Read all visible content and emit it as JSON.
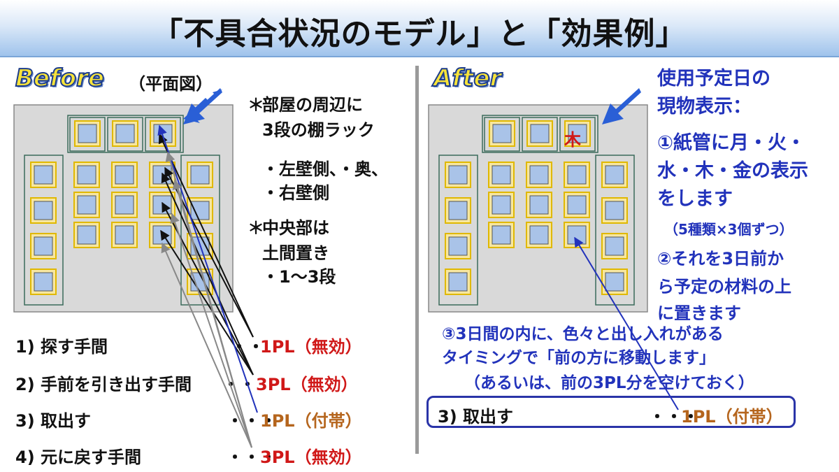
{
  "title": "「不具合状況のモデル」と「効果例」",
  "before": {
    "badge": "Before",
    "plan_label": "（平面図）",
    "notes": {
      "n1_mark": "＊",
      "n1_l1": "部屋の周辺に",
      "n1_l2": "3段の棚ラック",
      "n2_l1": "・左壁側、・奥、",
      "n2_l2": "・右壁側",
      "n3_mark": "＊",
      "n3_l1": "中央部は",
      "n3_l2": "土間置き",
      "n3_l3": "・1～3段"
    },
    "steps": [
      {
        "label": "1) 探す手間",
        "dots": "・・",
        "value": "1PL（無効）",
        "color": "#d01818"
      },
      {
        "label": "2) 手前を引き出す手間",
        "dots": "・・",
        "value": "3PL（無効）",
        "color": "#d01818"
      },
      {
        "label": "3) 取出す",
        "dots": "・・・",
        "value": "1PL（付帯）",
        "color": "#b5651d"
      },
      {
        "label": "4) 元に戻す手間",
        "dots": "・・・",
        "value": "3PL（無効）",
        "color": "#d01818"
      }
    ]
  },
  "after": {
    "badge": "After",
    "marker": "木",
    "note_lines": [
      "使用予定日の",
      "現物表示：",
      "①紙管に月・火・",
      "水・木・金の表示",
      "をします"
    ],
    "note_small": "（5種類×3個ずつ）",
    "note2_lines": [
      "②それを3日前か",
      "ら予定の材料の上",
      "に置きます"
    ],
    "note3_lines": [
      "③3日間の内に、色々と出し入れがある",
      "タイミングで「前の方に移動します」",
      "（あるいは、前の3PL分を空けておく）"
    ],
    "step": {
      "label": "3) 取出す",
      "dots": "・・・",
      "value": "1PL（付帯）",
      "color": "#b5651d"
    }
  },
  "colors": {
    "accent_blue": "#2a5fd6",
    "pallet_fill": "#a9c3e8",
    "pallet_border": "#e8c81e",
    "floor": "#d9d9d9"
  }
}
